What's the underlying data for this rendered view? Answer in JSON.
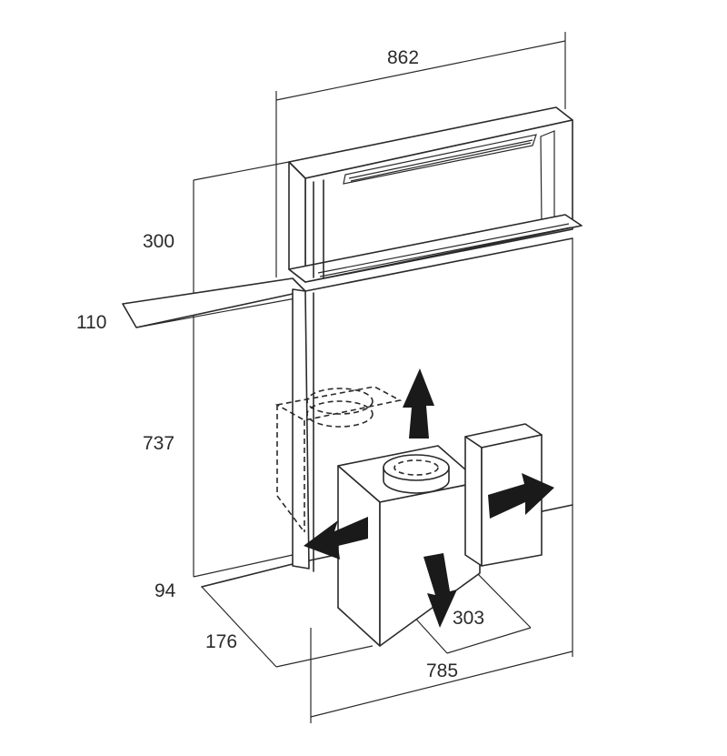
{
  "dimensions": {
    "width_top": "862",
    "height_upper": "300",
    "depth_upper": "110",
    "height_lower": "737",
    "base_height": "94",
    "base_depth": "176",
    "motor_depth": "303",
    "width_bottom": "785"
  },
  "icons": [
    "arrow-up-icon",
    "arrow-left-icon",
    "arrow-right-icon",
    "arrow-down-icon"
  ]
}
